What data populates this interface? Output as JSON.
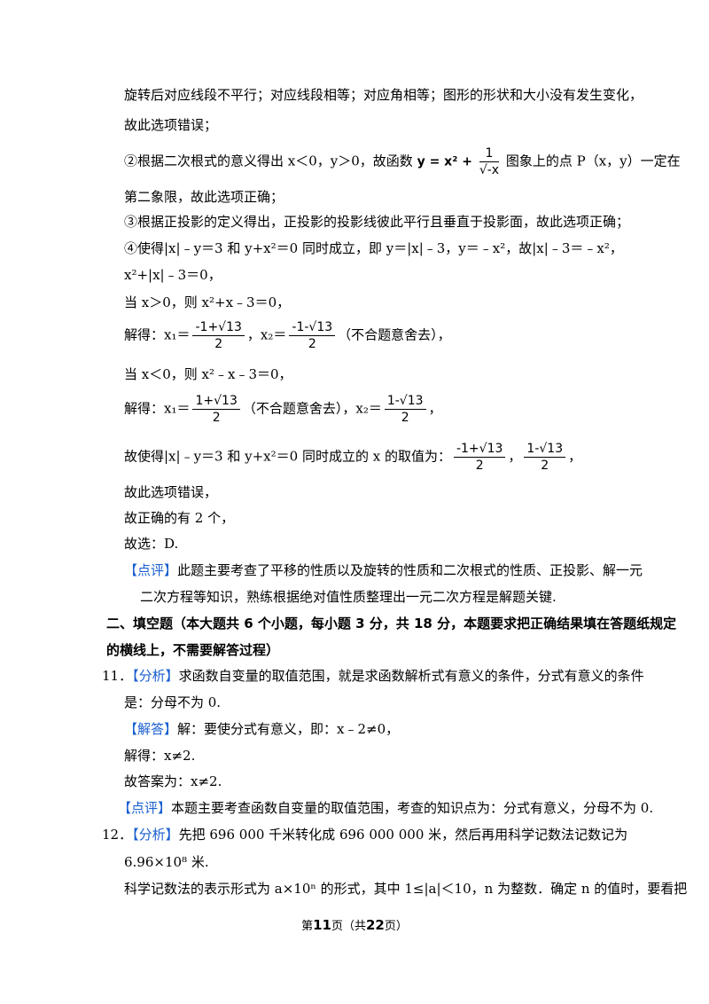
{
  "lines": {
    "l1": "旋转后对应线段不平行；对应线段相等；对应角相等；图形的形状和大小没有发生变化，",
    "l2": "故此选项错误；",
    "l3a": "②根据二次根式的意义得出 x＜0，y＞0，故函数 ",
    "l3f": "y = x² + ",
    "l3num": "1",
    "l3den": "√-x",
    "l3b": " 图象上的点 P（x，y）一定在",
    "l4": "第二象限，故此选项正确；",
    "l5": "③根据正投影的定义得出，正投影的投影线彼此平行且垂直于投影面，故此选项正确；",
    "l6": "④使得|x|﹣y＝3 和 y+x²＝0 同时成立，即 y＝|x|﹣3，y＝﹣x²，故|x|﹣3＝﹣x²，",
    "l7": "x²+|x|﹣3＝0，",
    "l8": "当 x＞0，则 x²+x﹣3＝0，",
    "l9a": "解得：x₁＝",
    "l9n1": "-1+√13",
    "l9d1": "2",
    "l9b": "，x₂＝",
    "l9n2": "-1-√13",
    "l9d2": "2",
    "l9c": "（不合题意舍去），",
    "l10": "当 x＜0，则 x²﹣x﹣3＝0，",
    "l11a": "解得：x₁＝",
    "l11n1": "1+√13",
    "l11d1": "2",
    "l11b": "（不合题意舍去），x₂＝",
    "l11n2": "1-√13",
    "l11d2": "2",
    "l11c": "，",
    "l12a": "故使得|x|﹣y＝3 和 y+x²＝0 同时成立的 x 的取值为：",
    "l12n1": "-1+√13",
    "l12d1": "2",
    "l12b": "，",
    "l12n2": "1-√13",
    "l12d2": "2",
    "l12c": "，",
    "l13": "故此选项错误，",
    "l14": "故正确的有 2 个，",
    "l15": "故选：D.",
    "l16tag": "【点评】",
    "l16": "此题主要考查了平移的性质以及旋转的性质和二次根式的性质、正投影、解一元",
    "l17": "二次方程等知识，熟练根据绝对值性质整理出一元二次方程是解题关键.",
    "l18": "二、填空题（本大题共 6 个小题，每小题 3 分，共 18 分，本题要求把正确结果填在答题纸规定",
    "l19": "的横线上，不需要解答过程）",
    "l20num": "11．",
    "l20tag": "【分析】",
    "l20": "求函数自变量的取值范围，就是求函数解析式有意义的条件，分式有意义的条件",
    "l21": "是：分母不为 0.",
    "l22tag": "【解答】",
    "l22": "解：要使分式有意义，即：x﹣2≠0，",
    "l23": "解得：x≠2.",
    "l24": "故答案为：x≠2.",
    "l25tag": "【点评】",
    "l25": "本题主要考查函数自变量的取值范围，考查的知识点为：分式有意义，分母不为 0.",
    "l26num": "12．",
    "l26tag": "【分析】",
    "l26": "先把 696  000 千米转化成 696  000  000 米，然后再用科学记数法记数记为",
    "l27": "6.96×10⁸ 米.",
    "l28": "科学记数法的表示形式为 a×10ⁿ 的形式，其中 1≤|a|＜10，n 为整数．确定 n 的值时，要看把"
  },
  "footer": {
    "pre": "第",
    "page": "11",
    "mid": "页（共",
    "total": "22",
    "post": "页）"
  },
  "colors": {
    "tag": "#1a5fd0",
    "text": "#000000"
  }
}
